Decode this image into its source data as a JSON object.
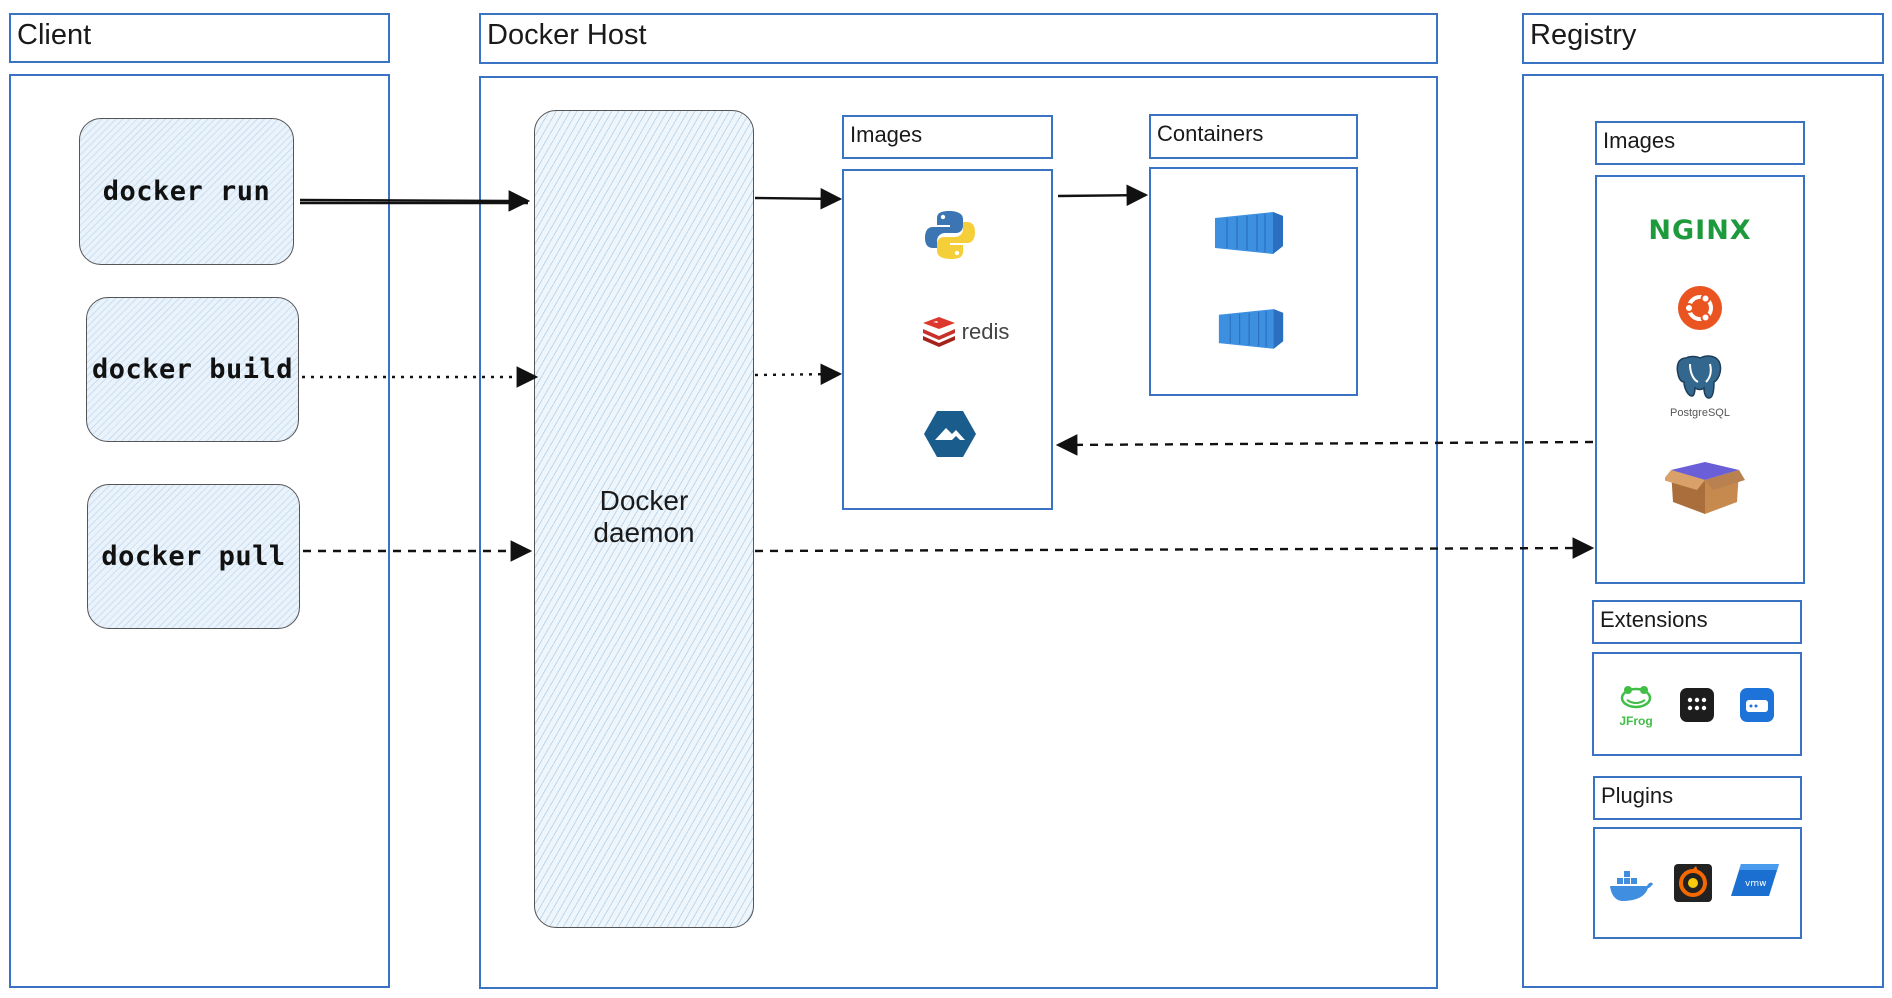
{
  "client": {
    "title": "Client",
    "commands": [
      "docker run",
      "docker build",
      "docker pull"
    ]
  },
  "host": {
    "title": "Docker Host",
    "daemon_label_line1": "Docker",
    "daemon_label_line2": "daemon",
    "images_title": "Images",
    "containers_title": "Containers",
    "images": [
      "python-icon",
      "redis-icon",
      "alpine-icon"
    ],
    "redis_label": "redis",
    "containers": [
      "container-icon",
      "container-icon"
    ]
  },
  "registry": {
    "title": "Registry",
    "images_title": "Images",
    "images": [
      "nginx-icon",
      "ubuntu-icon",
      "postgresql-icon",
      "box-icon"
    ],
    "nginx_label": "NGINX",
    "postgres_label": "PostgreSQL",
    "extensions_title": "Extensions",
    "extensions": [
      "jfrog-icon",
      "grid-app-icon",
      "disk-icon"
    ],
    "jfrog_label": "JFrog",
    "plugins_title": "Plugins",
    "plugins": [
      "docker-whale-icon",
      "grafana-icon",
      "vmware-icon"
    ],
    "vmware_label": "vmw"
  },
  "colors": {
    "border": "#3b73c4",
    "container_blue": "#3d8fe0",
    "nginx_green": "#1d9a3c",
    "ubuntu_orange": "#e95420"
  },
  "connections": [
    {
      "from": "docker run",
      "to": "Docker daemon",
      "style": "solid"
    },
    {
      "from": "docker build",
      "to": "Docker daemon",
      "style": "dotted"
    },
    {
      "from": "docker pull",
      "to": "Docker daemon",
      "style": "dashed"
    },
    {
      "from": "Docker daemon",
      "to": "Images",
      "style": "solid"
    },
    {
      "from": "Docker daemon",
      "to": "Images",
      "style": "dotted"
    },
    {
      "from": "Images",
      "to": "Containers",
      "style": "solid"
    },
    {
      "from": "Registry Images",
      "to": "Images",
      "style": "dashed"
    },
    {
      "from": "Docker daemon",
      "to": "Registry Images",
      "style": "dashed"
    }
  ]
}
